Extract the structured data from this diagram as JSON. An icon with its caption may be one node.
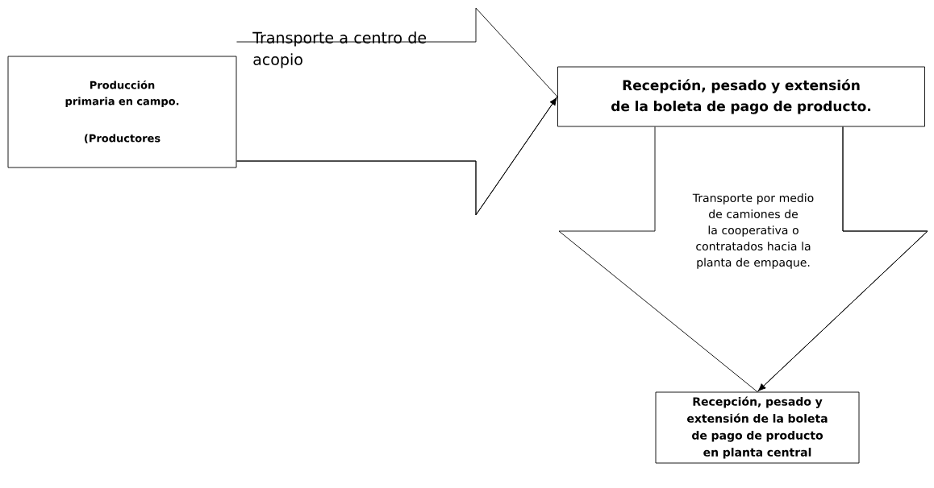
{
  "diagram": {
    "nodes": [
      {
        "text": [
          "Producción primaria en campo.",
          "(Productores"
        ]
      },
      {
        "text": [
          "Recepción, pesado y extensión de la boleta de pago de producto."
        ]
      },
      {
        "text": [
          "Recepción, pesado y extensión de la boleta de pago de producto en planta central"
        ]
      }
    ],
    "edges": [
      {
        "from": 0,
        "to": 1,
        "arrow": "to",
        "label": "Transporte a centro de acopio"
      },
      {
        "from": 1,
        "to": 2,
        "arrow": "to",
        "label": "Transporte por medio de camiones de la cooperativa o contratados hacia la planta de empaque."
      }
    ]
  }
}
